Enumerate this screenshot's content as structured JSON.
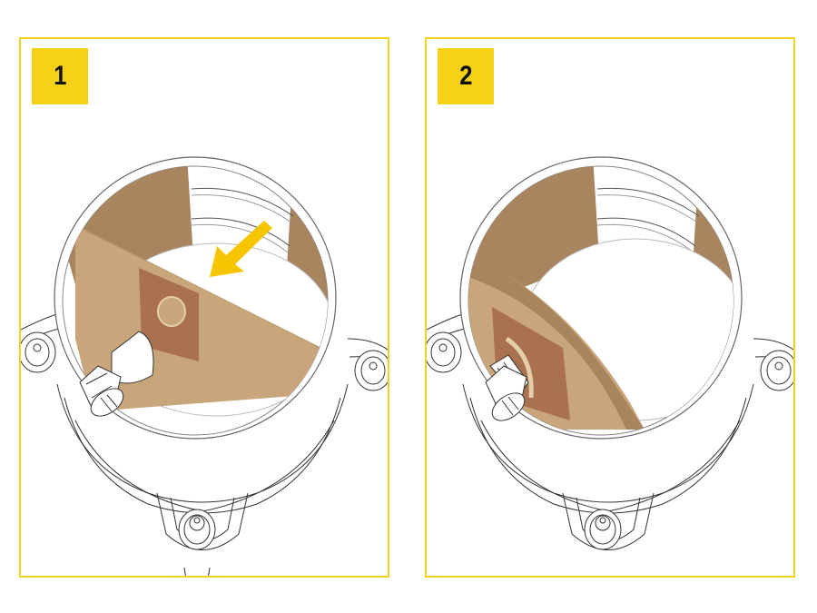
{
  "panels": [
    {
      "step_number": "1",
      "description": "Paper filter bag being inserted into the container; arrow indicates push direction",
      "arrow_color": "#f7c400",
      "bag_colors": {
        "light": "#c9a57b",
        "dark": "#a8845f",
        "collar": "#a9714f"
      }
    },
    {
      "step_number": "2",
      "description": "Filter bag fitted onto the inlet socket inside the container",
      "bag_colors": {
        "light": "#c9a57b",
        "dark": "#a8845f",
        "collar": "#a9714f"
      }
    }
  ],
  "colors": {
    "frame_border": "#f2d21c",
    "badge_background": "#f7d117",
    "badge_text": "#111111",
    "line_art": "#333333"
  }
}
